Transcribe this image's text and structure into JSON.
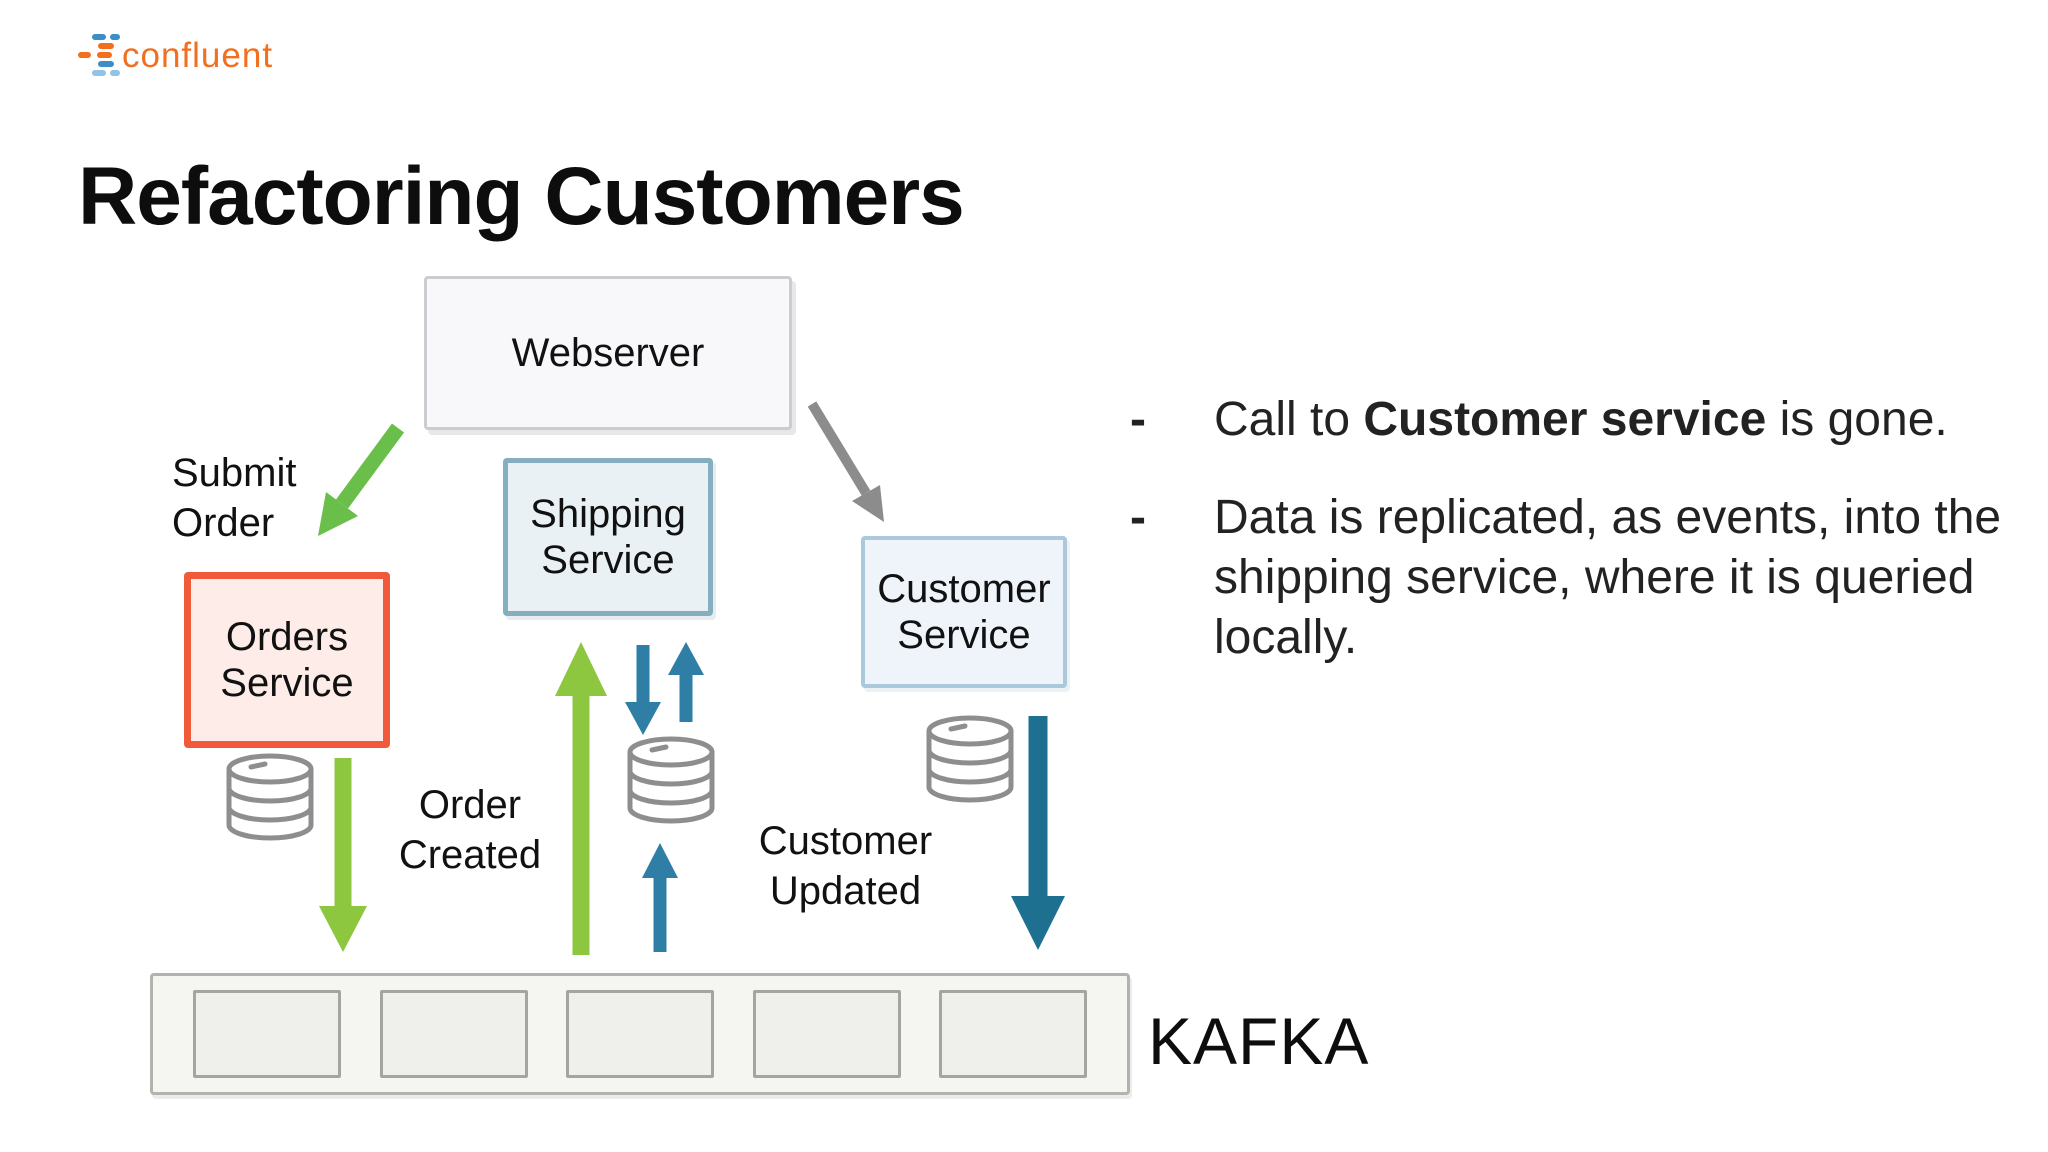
{
  "logo": {
    "brand": "confluent"
  },
  "title": "Refactoring Customers",
  "diagram": {
    "webserver": "Webserver",
    "orders_service": "Orders\nService",
    "shipping_service": "Shipping\nService",
    "customer_service": "Customer\nService",
    "submit_order": "Submit\nOrder",
    "order_created": "Order\nCreated",
    "customer_updated": "Customer\nUpdated",
    "kafka": "KAFKA",
    "kafka_partitions": 5
  },
  "notes": {
    "marker": "-",
    "item1": {
      "prefix": "Call to ",
      "bold": "Customer service",
      "suffix": " is gone."
    },
    "item2": "Data is replicated, as events, into the shipping service, where it is queried locally."
  },
  "colors": {
    "green": "#8dc63f",
    "green_dark": "#69bf49",
    "teal": "#2e7ea6",
    "teal_dark": "#1d7090",
    "arrow_gray": "#8c8c8c",
    "orders_border": "#f0593a",
    "orders_fill": "#fdece7",
    "shipping_border": "#85aebe",
    "shipping_fill": "#e9f1f4",
    "customer_border": "#aac9dc",
    "customer_fill": "#eef4f9",
    "webserver_border": "#cbcbd0",
    "webserver_fill": "#f8f8fa",
    "kafka_border": "#b3b3ad",
    "kafka_fill": "#f5f5f2",
    "db_stroke": "#8e8e8e",
    "logo_orange": "#f26f20",
    "logo_blue": "#3d8dc6",
    "logo_lightblue": "#8fc3e8"
  }
}
